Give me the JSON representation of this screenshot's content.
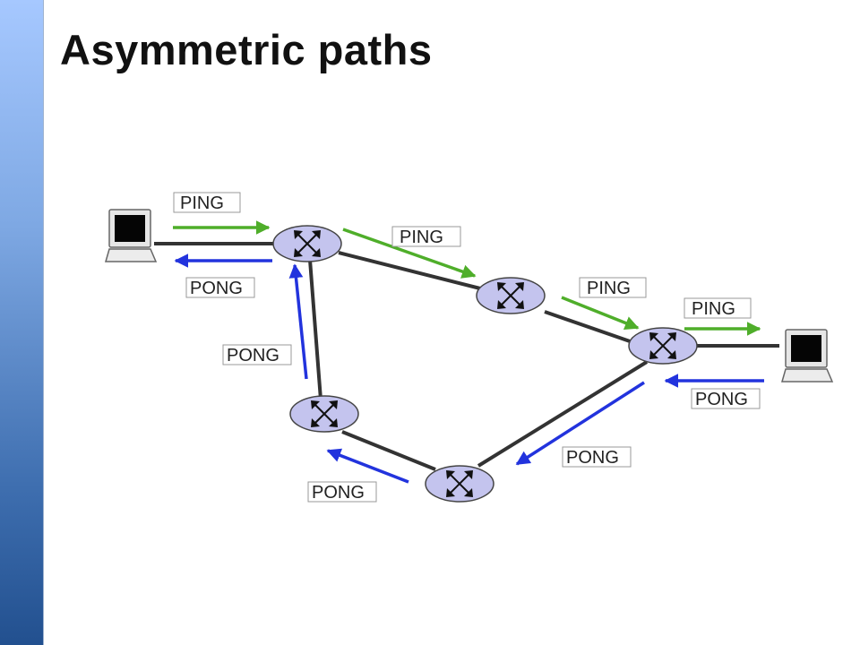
{
  "slide": {
    "title": "Asymmetric paths"
  },
  "colors": {
    "ping_arrow": "#4fae2a",
    "pong_arrow": "#2233dd",
    "link": "#333333",
    "router_fill": "#c4c4ee"
  },
  "labels": {
    "ping": [
      "PING",
      "PING",
      "PING",
      "PING"
    ],
    "pong": [
      "PONG",
      "PONG",
      "PONG",
      "PONG",
      "PONG"
    ]
  },
  "icons": {
    "hosts": [
      "laptop-icon",
      "laptop-icon"
    ],
    "routers": [
      "router-icon",
      "router-icon",
      "router-icon",
      "router-icon",
      "router-icon"
    ]
  }
}
